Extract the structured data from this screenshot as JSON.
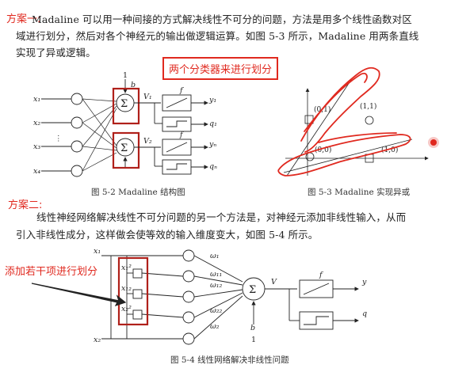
{
  "annotations": {
    "scheme1": "方案一:",
    "scheme2": "方案二:",
    "box_note": "两个分类器来进行划分",
    "left_note": "添加若干项进行划分"
  },
  "paragraph1": {
    "line1": "Madaline 可以用一种间接的方式解决线性不可分的问题，方法是用多个线性函数对区",
    "line2": "域进行划分，然后对各个神经元的输出做逻辑运算。如图 5-3 所示，Madaline 用两条直线",
    "line3": "实现了异或逻辑。"
  },
  "paragraph2": {
    "line1": "线性神经网络解决线性不可分问题的另一个方法是，对神经元添加非线性输入，从而",
    "line2": "引入非线性成分，这样做会使等效的输入维度变大，如图 5-4 所示。"
  },
  "fig52": {
    "caption": "图 5-2   Madaline 结构图",
    "inputs": [
      "x₁",
      "x₂",
      "x₃",
      "x₄"
    ],
    "bias": "1",
    "b": "b",
    "sum": "Σ",
    "v1": "V₁",
    "v2": "V₂",
    "f": "f",
    "y1": "y₁",
    "q1": "q₁",
    "yn": "yₙ",
    "qn": "qₙ",
    "dots": "⋮"
  },
  "fig53": {
    "caption": "图 5-3   Madaline 实现异或",
    "p01": "(0,1)",
    "p11": "(1,1)",
    "p00": "(0,0)",
    "p10": "(1,0)"
  },
  "fig54": {
    "caption": "图 5-4   线性网络解决非线性问题",
    "x1": "x₁",
    "x2": "x₂",
    "x1sq": "x₁²",
    "x12": "x₁₂",
    "x2sq": "x₂²",
    "w1": "ω₁",
    "w11": "ω₁₁",
    "w12": "ω₁₂",
    "w22": "ω₂₂",
    "w2": "ω₂",
    "sum": "Σ",
    "v": "V",
    "f": "f",
    "y": "y",
    "q": "q",
    "b": "b",
    "one": "1"
  },
  "colors": {
    "annotation": "#e0291f",
    "ink": "#222222"
  }
}
